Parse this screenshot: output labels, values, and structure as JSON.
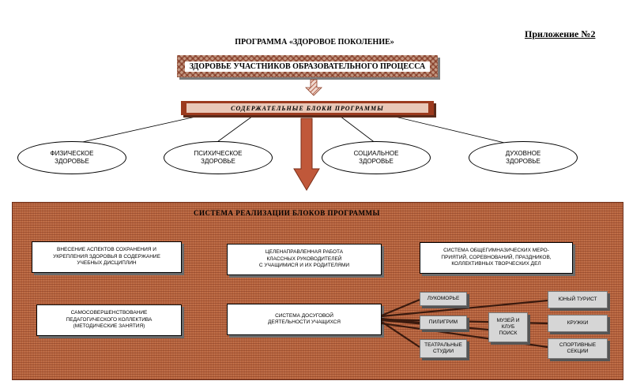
{
  "appendix_label": "Приложение №2",
  "program_title": "ПРОГРАММА «ЗДОРОВОЕ ПОКОЛЕНИЕ»",
  "health_box": "ЗДОРОВЬЕ УЧАСТНИКОВ ОБРАЗОВАТЕЛЬНОГО ПРОЦЕССА",
  "blocks_bar": "СОДЕРЖАТЕЛЬНЫЕ   БЛОКИ   ПРОГРАММЫ",
  "health_types": [
    {
      "line1": "ФИЗИЧЕСКОЕ",
      "line2": "ЗДОРОВЬЕ"
    },
    {
      "line1": "ПСИХИЧЕСКОЕ",
      "line2": "ЗДОРОВЬЕ"
    },
    {
      "line1": "СОЦИАЛЬНОЕ",
      "line2": "ЗДОРОВЬЕ"
    },
    {
      "line1": "ДУХОВНОЕ",
      "line2": "ЗДОРОВЬЕ"
    }
  ],
  "system_title": "СИСТЕМА  РЕАЛИЗАЦИИ  БЛОКОВ ПРОГРАММЫ",
  "components": [
    {
      "line1": "ВНЕСЕНИЕ АСПЕКТОВ СОХРАНЕНИЯ И",
      "line2": "УКРЕПЛЕНИЯ ЗДОРОВЬЯ В СОДЕРЖАНИЕ",
      "line3": "УЧЕБНЫХ ДИСЦИПЛИН"
    },
    {
      "line1": "ЦЕЛЕНАПРАВЛЕННАЯ РАБОТА",
      "line2": "КЛАССНЫХ РУКОВОДИТЕЛЕЙ",
      "line3": "С УЧАЩИМИСЯ И ИХ РОДИТЕЛЯМИ"
    },
    {
      "line1": "СИСТЕМА ОБЩЕГИМНАЗИЧЕСКИХ МЕРО-",
      "line2": "ПРИЯТИЙ, СОРЕВНОВАНИЙ, ПРАЗДНИКОВ,",
      "line3": "КОЛЛЕКТИВНЫХ ТВОРЧЕСКИХ ДЕЛ"
    },
    {
      "line1": "САМОСОВЕРШЕНСТВОВАНИЕ",
      "line2": "ПЕДАГОГИЧЕСКОГО КОЛЛЕКТИВА",
      "line3": "(МЕТОДИЧЕСКИЕ ЗАНЯТИЯ)"
    },
    {
      "line1": "СИСТЕМА ДОСУГОВОЙ",
      "line2": "ДЕЯТЕЛЬНОСТИ УЧАЩИХСЯ",
      "line3": ""
    }
  ],
  "activities": {
    "lukomorye": "ЛУКОМОРЬЕ",
    "piligrim": "ПИЛИГРИМ",
    "theatre_line1": "ТЕАТРАЛЬНЫЕ",
    "theatre_line2": "СТУДИИ",
    "museum_line1": "МУЗЕЙ И",
    "museum_line2": "КЛУБ",
    "museum_line3": "ПОИСК",
    "young_tourist": "ЮНЫЙ ТУРИСТ",
    "circles": "КРУЖКИ",
    "sports_line1": "СПОРТИВНЫЕ",
    "sports_line2": "СЕКЦИИ"
  },
  "colors": {
    "arrow_fill": "#c0583a",
    "bar_dark": "#9c3a1e",
    "system_fill": "#b8653f",
    "gray_box": "#d6d6d6"
  }
}
